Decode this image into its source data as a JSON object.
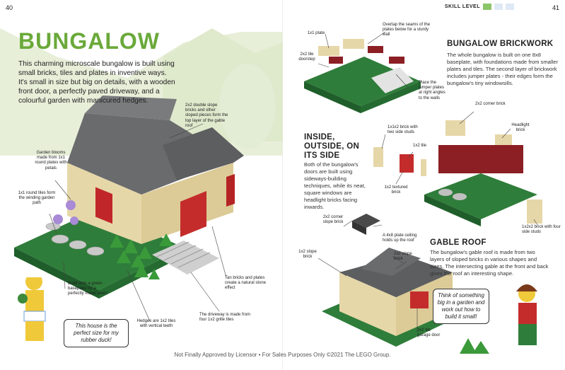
{
  "page": {
    "left_number": "40",
    "right_number": "41"
  },
  "skill_level": {
    "label": "SKILL LEVEL",
    "colors": [
      "#8cc56a",
      "#dfe9f5",
      "#dfe9f5"
    ]
  },
  "title": "BUNGALOW",
  "intro": "This charming microscale bungalow is built using small bricks, tiles and plates in inventive ways. It's small in size but big on details, with a wooden front door, a perfectly paved driveway, and a colourful garden with manicured hedges.",
  "callouts": {
    "roof_slope": "2x2 double slope bricks and other sloped pieces form the top layer of the gable roof",
    "garden_blooms": "Garden blooms made from 1x1 round plates with petals",
    "round_tiles": "1x1 round tiles form the winding garden path",
    "baseplate": "Build onto a green baseplate for a perfectly mown lawn!",
    "hedges": "Hedges are 1x2 tiles with vertical teeth",
    "tan_bricks": "Tan bricks and plates create a natural stone effect",
    "driveway": "The driveway is made from four 1x2 grille tiles",
    "plate_1x1": "1x1 plate",
    "overlap": "Overlap the seams of the plates below for a sturdy wall",
    "doorstep": "2x2 tile doorstep",
    "jumper": "Place the jumper plates at right angles to the walls",
    "corner_brick": "2x2 corner brick",
    "side_studs": "1x1x2 brick with two side studs",
    "tile_1x2": "1x2 tile",
    "headlight": "Headlight brick",
    "textured": "1x2 textured brick",
    "four_studs": "1x2x2 brick with four side studs",
    "corner_slope": "2x2 corner slope brick",
    "plate_4x8": "A 4x8 plate ceiling holds up the roof",
    "slope_1x2a": "1x2 slope brick",
    "slope_2x2": "2x2 slope brick",
    "garage_door": "2x2 tile garage door"
  },
  "speech": {
    "left": "This house is the perfect size for my rubber duck!",
    "right": "Think of something big in a garden and work out how to build it small!"
  },
  "sections": {
    "brickwork": {
      "heading": "BUNGALOW BRICKWORK",
      "body": "The whole bungalow is built on one 8x8 baseplate, with foundations made from smaller plates and tiles. The second layer of brickwork includes jumper plates - their edges form the bungalow's tiny windowsills."
    },
    "inside": {
      "heading": "INSIDE, OUTSIDE, ON ITS SIDE",
      "body": "Both of the bungalow's doors are built using sideways-building techniques, while its neat, square windows are headlight bricks facing inwards."
    },
    "gable": {
      "heading": "GABLE ROOF",
      "body": "The bungalow's gable roof is made from two layers of sloped bricks in various shapes and sizes. The intersecting gable at the front and back gives the roof an interesting shape."
    }
  },
  "footer": "Not Finally Approved by Licensor • For Sales Purposes Only ©2021 The LEGO Group."
}
